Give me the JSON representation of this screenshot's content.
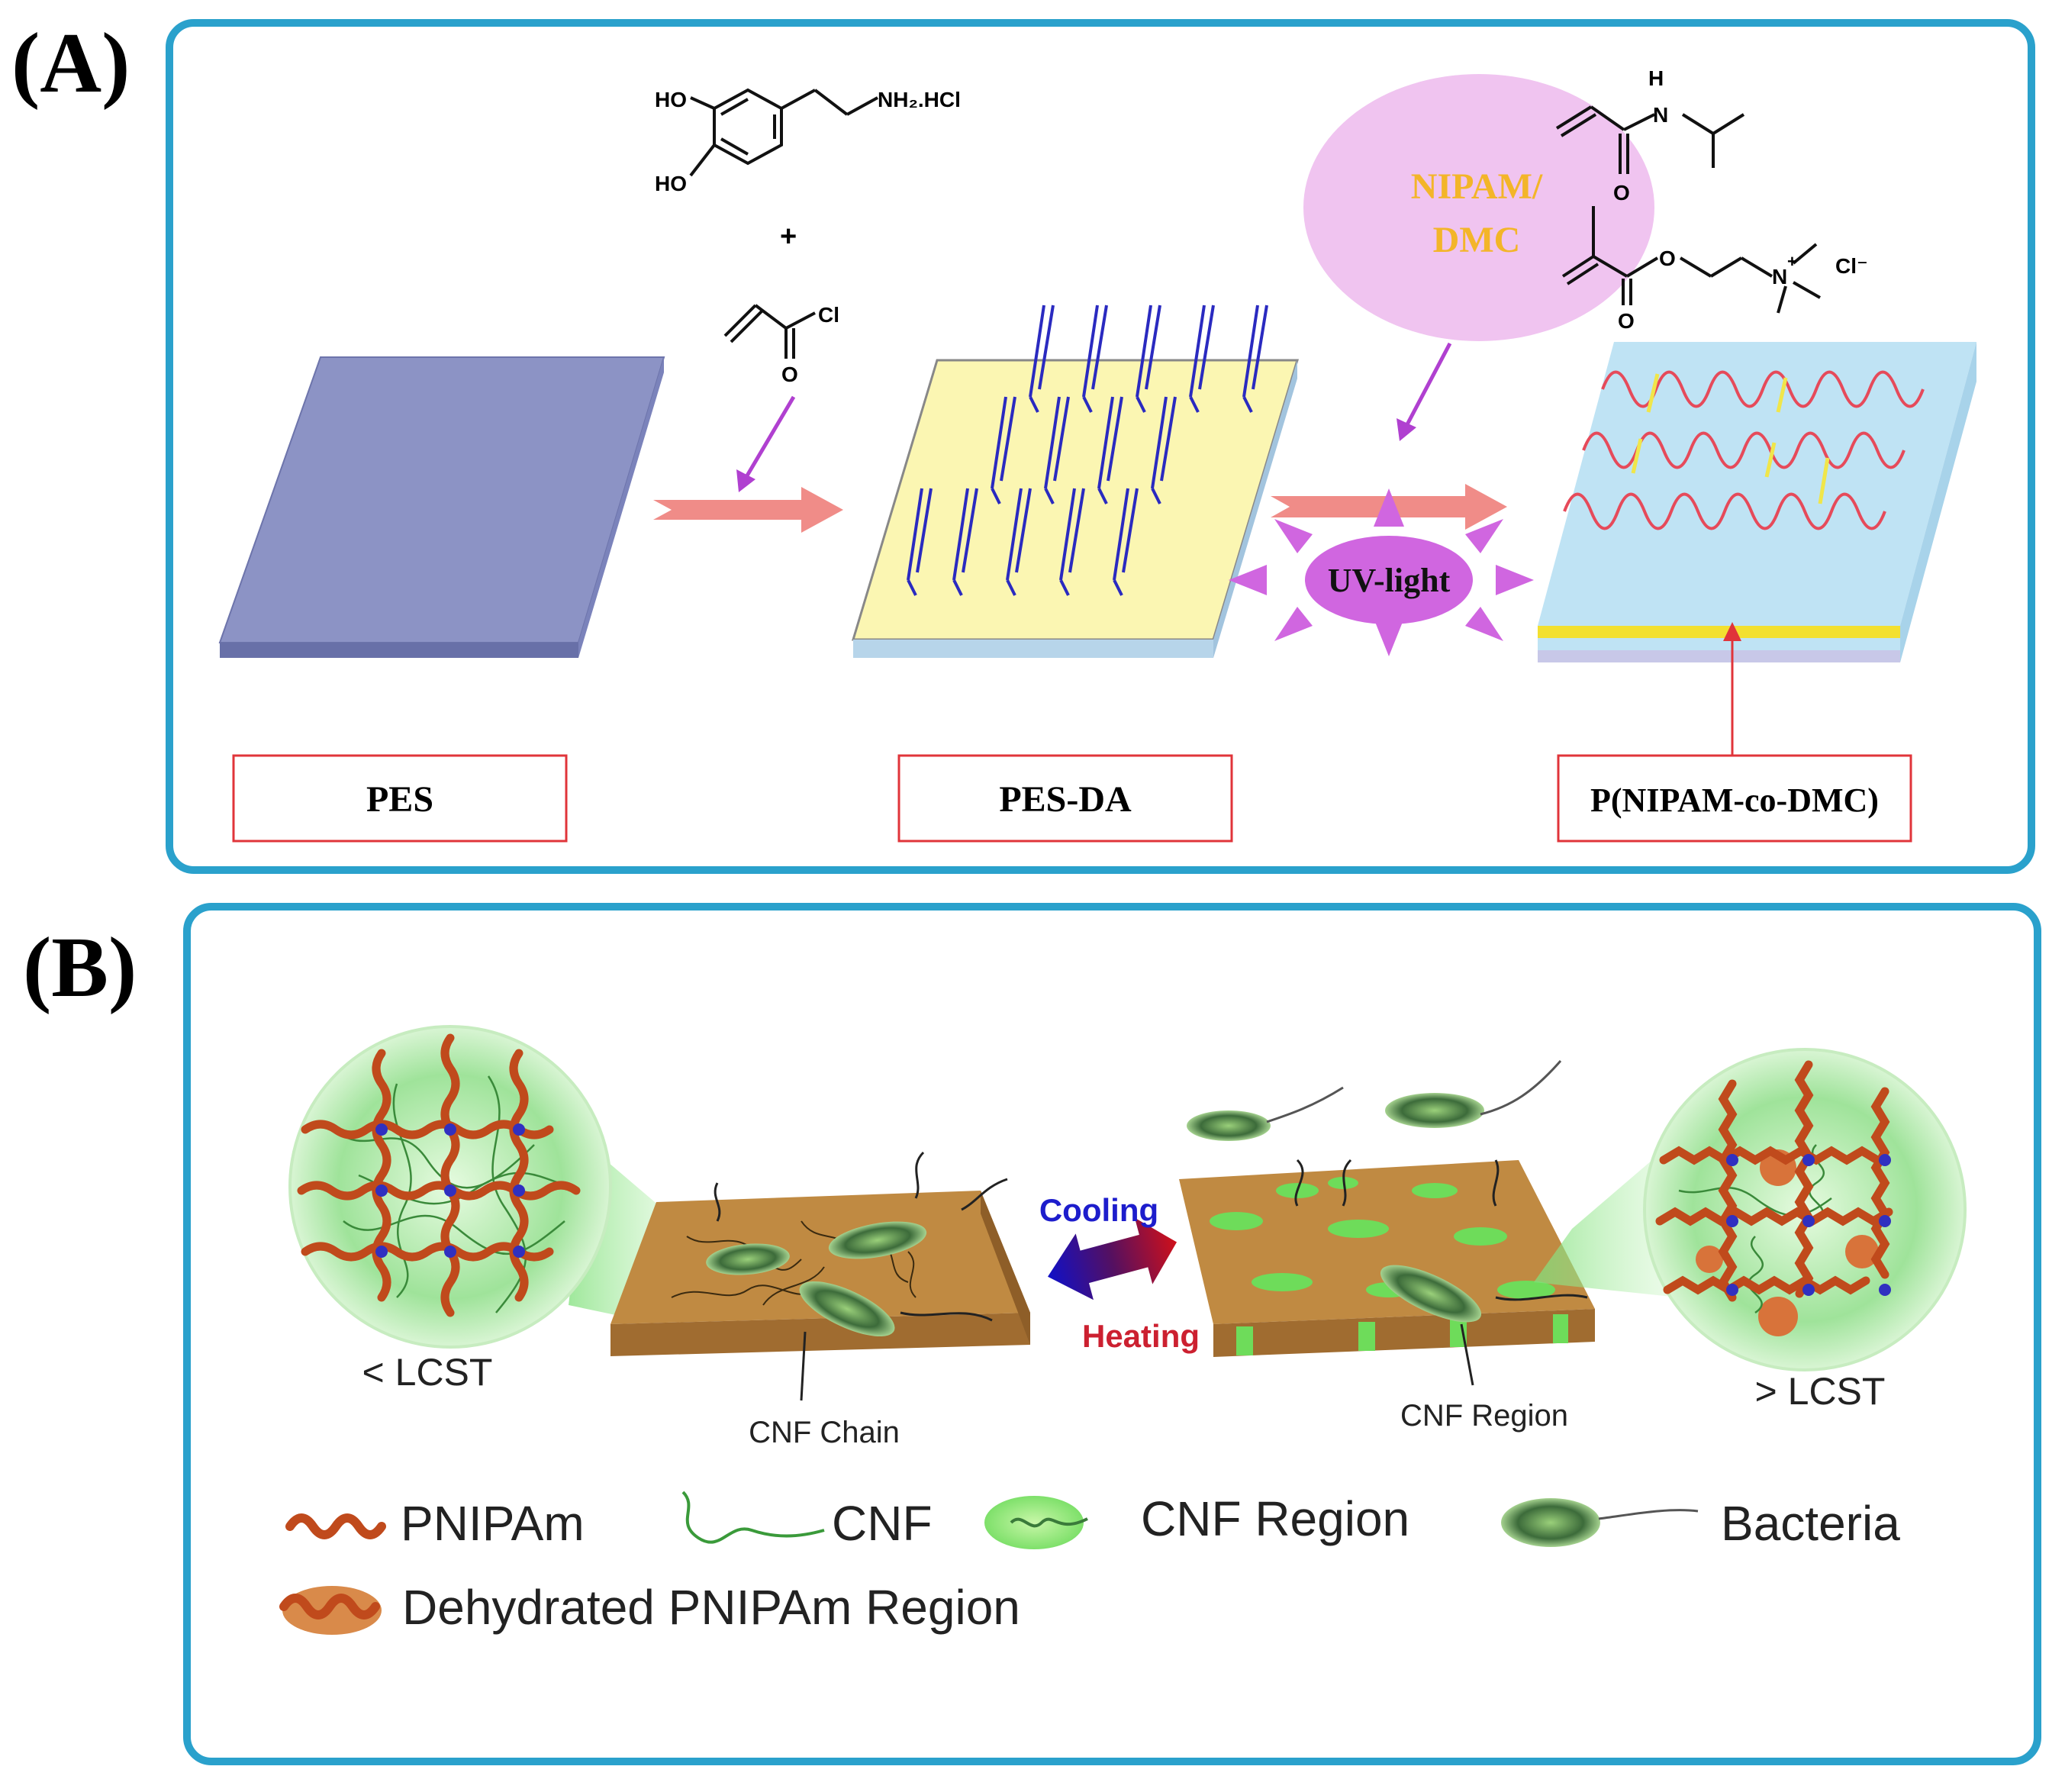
{
  "panel_a": {
    "label": "(A)",
    "dopamine": {
      "ho_top": "HO",
      "ho_bottom": "HO",
      "amine": "NH₂.HCl"
    },
    "plus": "+",
    "acryloyl": {
      "cl": "Cl",
      "o": "O"
    },
    "bubble_line1": "NIPAM/",
    "bubble_line2": "DMC",
    "nipam": {
      "h": "H",
      "n": "N",
      "o": "O"
    },
    "dmc": {
      "o_ester": "O",
      "o_carbonyl": "O",
      "n_plus": "N",
      "plus_sign": "+",
      "cl_minus": "Cl⁻"
    },
    "uv_label": "UV-light",
    "box_pes": "PES",
    "box_pes_da": "PES-DA",
    "box_product": "P(NIPAM-co-DMC)"
  },
  "panel_b": {
    "label": "(B)",
    "left_zoom_label": "< LCST",
    "right_zoom_label": "> LCST",
    "cooling": "Cooling",
    "heating": "Heating",
    "cnf_chain": "CNF Chain",
    "cnf_region": "CNF Region",
    "legend": {
      "pnipam": "PNIPAm",
      "cnf": "CNF",
      "cnf_region": "CNF Region",
      "bacteria": "Bacteria",
      "dehydrated": "Dehydrated PNIPAm Region"
    }
  },
  "colors": {
    "frame": "#2aa1cc",
    "pes_top": "#8c93c5",
    "pes_da_top": "#fbf6b2",
    "product_top": "#bfe3f4",
    "arrow": "#f08c88",
    "uv": "#d066e0",
    "bubble": "#f0c4f0",
    "bubble_text": "#f3b529",
    "box_border": "#e0343a",
    "slab": "#c08a42",
    "pnipam": "#c04a1c",
    "cnf": "#3a9a3a",
    "cooling": "#1d1dcc",
    "heating": "#cc2030"
  }
}
